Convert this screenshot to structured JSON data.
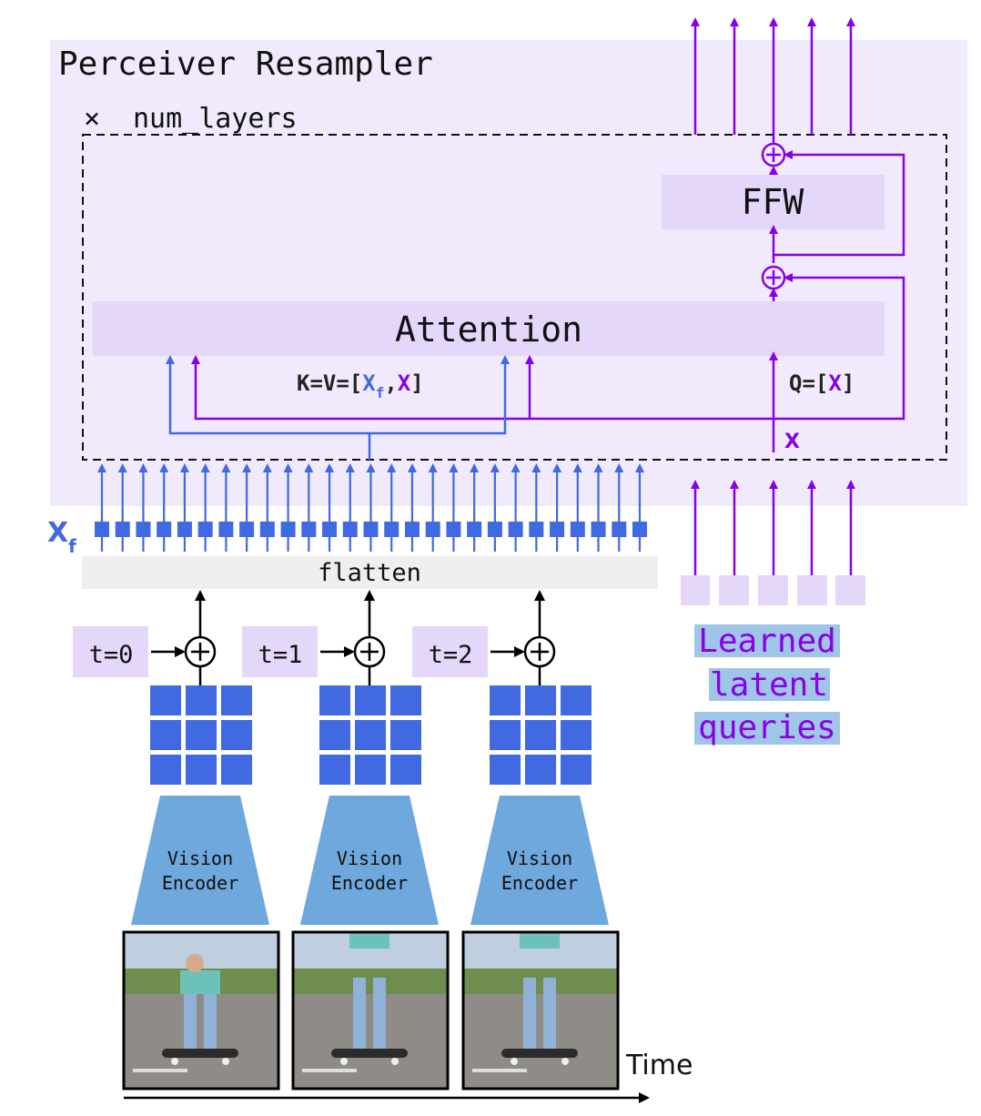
{
  "title": "Perceiver Resampler",
  "layers_label": "num_layers",
  "layers_symbol": "×",
  "ffw_label": "FFW",
  "attention_label": "Attention",
  "kv_formula": {
    "prefix": "K=V=[",
    "xf": "X",
    "xf_sub": "f",
    "sep": ",",
    "x": "X",
    "suffix": "]"
  },
  "q_formula": {
    "prefix": "Q=[",
    "x": "X",
    "suffix": "]"
  },
  "x_label": "X",
  "xf_label": {
    "main": "X",
    "sub": "f"
  },
  "flatten_label": "flatten",
  "time_labels": [
    "t=0",
    "t=1",
    "t=2"
  ],
  "encoder_label_line1": "Vision",
  "encoder_label_line2": "Encoder",
  "queries_lines": [
    "Learned",
    "latent",
    "queries"
  ],
  "time_axis_label": "Time",
  "frame_descriptions": [
    "frame-0",
    "frame-1",
    "frame-2"
  ],
  "colors": {
    "purple": "#8a00e6",
    "blue": "#4169e1",
    "lavender": "#f0eafc",
    "block": "#e4d7fa",
    "encoder": "#6fa8dc",
    "highlight": "#9fc5e8",
    "flatten": "#efefef"
  }
}
